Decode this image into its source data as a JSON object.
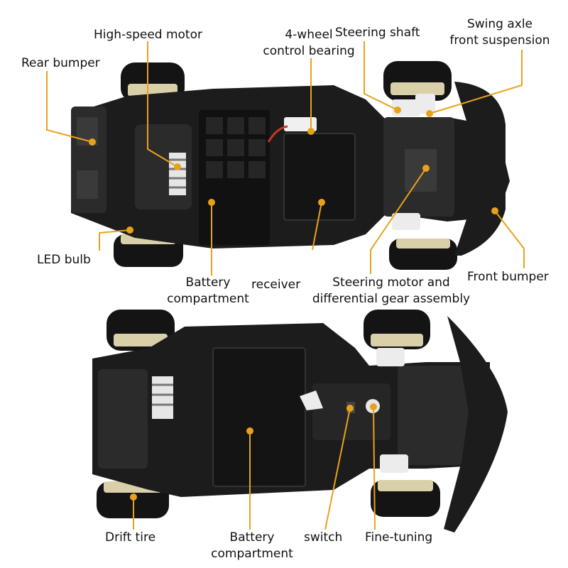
{
  "colors": {
    "leader": "#e8a21a",
    "chassis": "#1c1c1c",
    "chassis_mid": "#2b2b2b",
    "detail": "#3a3a3a",
    "tire": "#141414",
    "rim": "#d9cfa8",
    "plastic_white": "#ececec",
    "background": "#ffffff"
  },
  "top_view": {
    "labels": {
      "high_speed_motor": "High-speed motor",
      "four_wheel_bearing_1": "4-wheel",
      "four_wheel_bearing_2": "control bearing",
      "steering_shaft": "Steering shaft",
      "swing_axle_1": "Swing axle",
      "swing_axle_2": "front suspension",
      "rear_bumper": "Rear bumper",
      "led_bulb": "LED bulb",
      "battery_1": "Battery",
      "battery_2": "compartment",
      "receiver": "receiver",
      "steering_motor_1": "Steering motor and",
      "steering_motor_2": "differential gear assembly",
      "front_bumper": "Front bumper"
    }
  },
  "bottom_view": {
    "labels": {
      "drift_tire": "Drift tire",
      "battery_1": "Battery",
      "battery_2": "compartment",
      "switch": "switch",
      "fine_tuning": "Fine-tuning"
    }
  }
}
